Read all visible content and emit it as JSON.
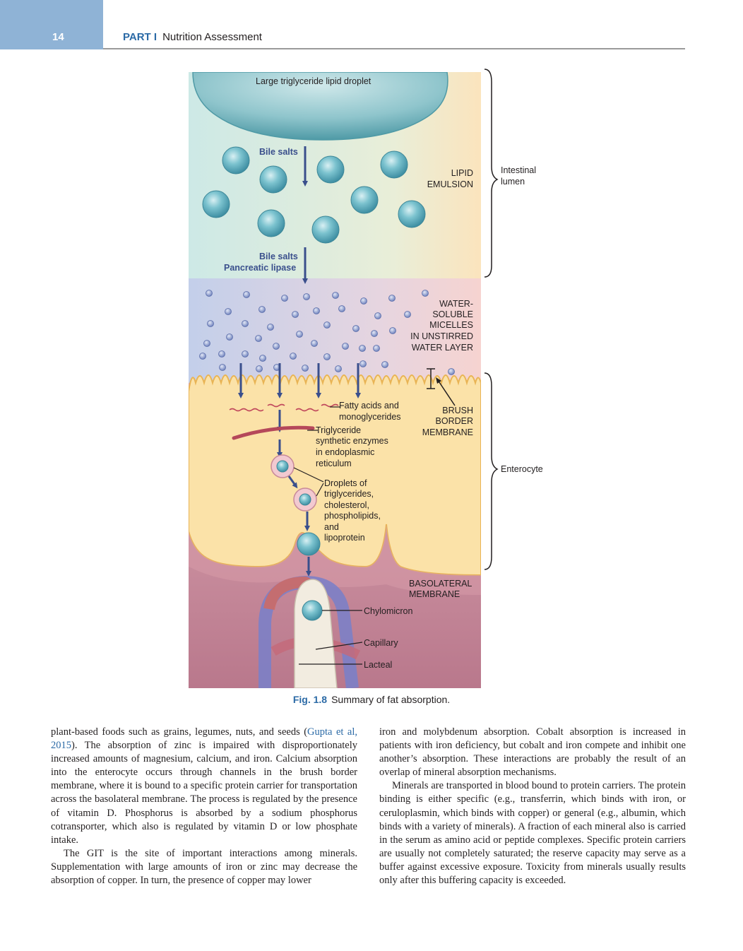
{
  "header": {
    "page_number": "14",
    "part": "PART I",
    "section_title": "Nutrition Assessment"
  },
  "figure": {
    "labels": {
      "droplet": "Large triglyceride lipid droplet",
      "bile_salts_1": "Bile salts",
      "lipid_emulsion_1": "LIPID",
      "lipid_emulsion_2": "EMULSION",
      "bile_salts_2": "Bile salts",
      "pancreatic_lipase": "Pancreatic lipase",
      "micelles_1": "WATER-",
      "micelles_2": "SOLUBLE",
      "micelles_3": "MICELLES",
      "micelles_4": "IN UNSTIRRED",
      "micelles_5": "WATER LAYER",
      "brush_1": "BRUSH",
      "brush_2": "BORDER",
      "brush_3": "MEMBRANE",
      "fatty_1": "Fatty acids and",
      "fatty_2": "monoglycerides",
      "tg_1": "Triglyceride",
      "tg_2": "synthetic enzymes",
      "tg_3": "in endoplasmic",
      "tg_4": "reticulum",
      "drop_1": "Droplets of",
      "drop_2": "triglycerides,",
      "drop_3": "cholesterol,",
      "drop_4": "phospholipids,",
      "drop_5": "and",
      "drop_6": "lipoprotein",
      "baso_1": "BASOLATERAL",
      "baso_2": "MEMBRANE",
      "chylomicron": "Chylomicron",
      "capillary": "Capillary",
      "lacteal": "Lacteal"
    },
    "bracket_labels": {
      "intestinal_1": "Intestinal",
      "intestinal_2": "lumen",
      "enterocyte": "Enterocyte"
    },
    "caption_number": "Fig. 1.8",
    "caption_text": "Summary of fat absorption.",
    "colors": {
      "emulsion_bg": "#d6ece6",
      "micelle_bg": "#c9d3ea",
      "cell": "#fbe2a8",
      "blood_tissue": "#c98a9c",
      "arrow": "#3a4f8c",
      "sphere": "#5fb0bf"
    }
  },
  "body_text": {
    "left_p1_a": "plant-based foods such as grains, legumes, nuts, and seeds (",
    "left_p1_cite": "Gupta et al, 2015",
    "left_p1_b": "). The absorption of zinc is impaired with disproportionately increased amounts of magnesium, calcium, and iron. Calcium absorption into the enterocyte occurs through channels in the brush border membrane, where it is bound to a specific protein carrier for transportation across the basolateral membrane. The process is regulated by the presence of vitamin D. Phosphorus is absorbed by a sodium phosphorus cotransporter, which also is regulated by vitamin D or low phosphate intake.",
    "left_p2": "The GIT is the site of important interactions among minerals. Supplementation with large amounts of iron or zinc may decrease the absorption of copper. In turn, the presence of copper may lower",
    "right_p1": "iron and molybdenum absorption. Cobalt absorption is increased in patients with iron deficiency, but cobalt and iron compete and inhibit one another’s absorption. These interactions are probably the result of an overlap of mineral absorption mechanisms.",
    "right_p2": "Minerals are transported in blood bound to protein carriers. The protein binding is either specific (e.g., transferrin, which binds with iron, or ceruloplasmin, which binds with copper) or general (e.g., albumin, which binds with a variety of minerals). A fraction of each mineral also is carried in the serum as amino acid or peptide complexes. Specific protein carriers are usually not completely saturated; the reserve capacity may serve as a buffer against excessive exposure. Toxicity from minerals usually results only after this buffering capacity is exceeded."
  }
}
